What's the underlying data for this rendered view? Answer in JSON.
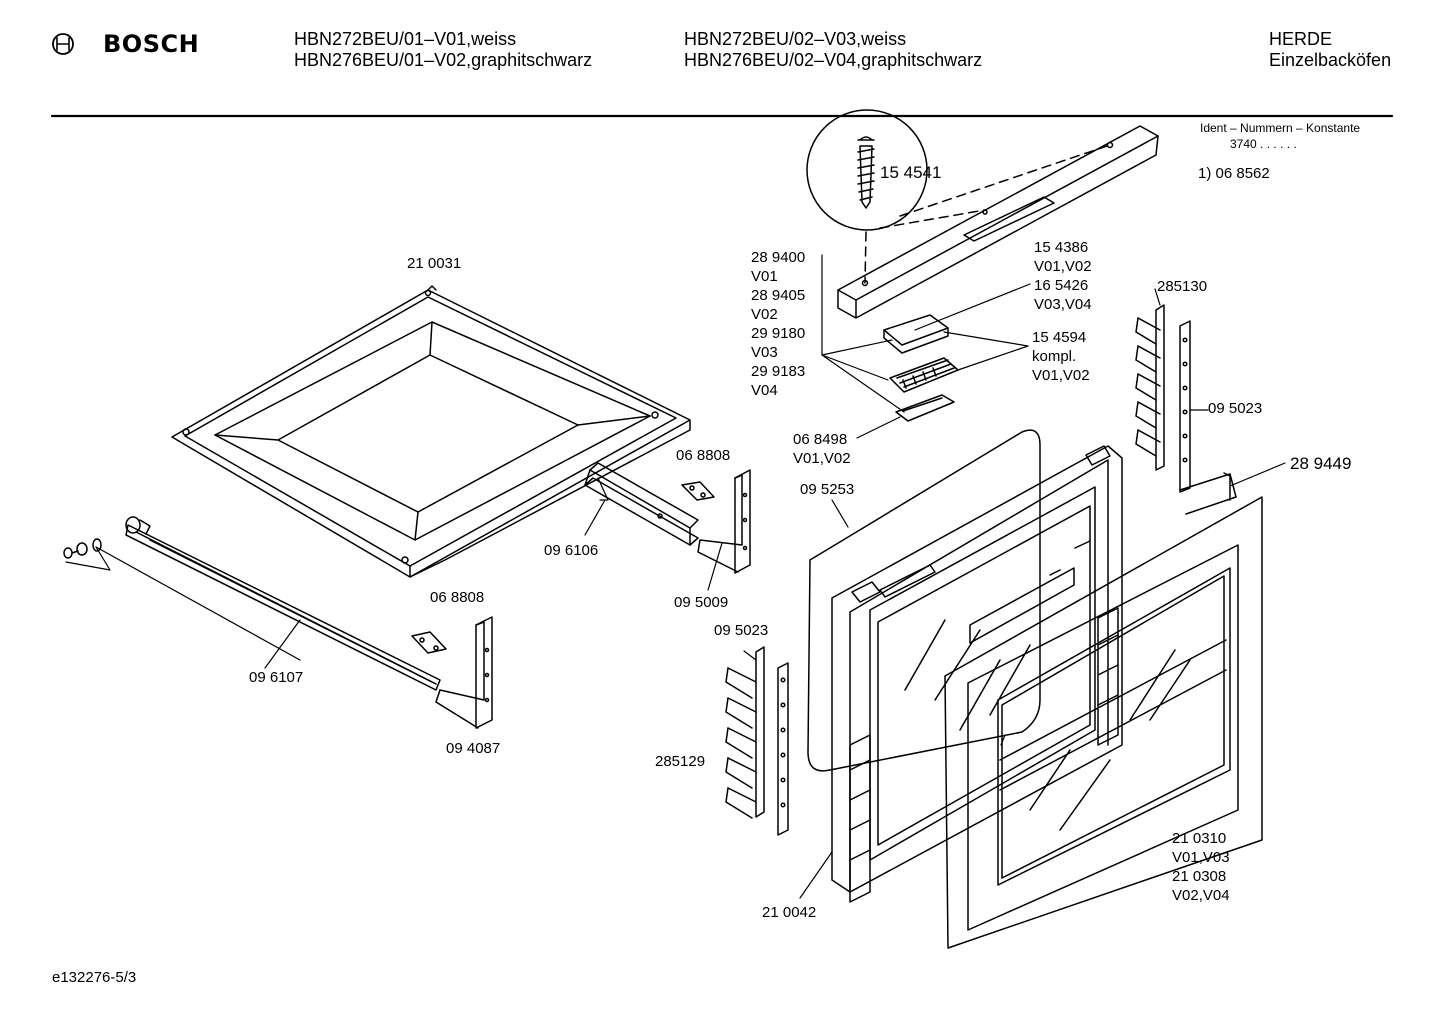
{
  "header": {
    "brand": "BOSCH",
    "col1": [
      "HBN272BEU/01–V01,weiss",
      "HBN276BEU/01–V02,graphitschwarz"
    ],
    "col2": [
      "HBN272BEU/02–V03,weiss",
      "HBN276BEU/02–V04,graphitschwarz"
    ],
    "category": [
      "HERDE",
      "Einzelbacköfen"
    ]
  },
  "ident": {
    "title": "Ident – Nummern – Konstante",
    "code": "3740 . . . . . .",
    "note": "1)  06 8562"
  },
  "parts": {
    "p154541": "15 4541",
    "p210031": "21 0031",
    "p289400": [
      "28 9400",
      "V01",
      "28 9405",
      "V02",
      "29 9180",
      "V03",
      "29 9183",
      "V04"
    ],
    "p154386": [
      "15 4386",
      "V01,V02",
      "16 5426",
      "V03,V04"
    ],
    "p154594": [
      "15 4594",
      "kompl.",
      "V01,V02"
    ],
    "p285130": "285130",
    "p095023a": "09 5023",
    "p068498": [
      "06 8498",
      "V01,V02"
    ],
    "p289449": "28 9449",
    "p068808a": "06 8808",
    "p095253": "09 5253",
    "p096106": "09 6106",
    "p095009": "09 5009",
    "p068808b": "06 8808",
    "p095023b": "09 5023",
    "p096107": "09 6107",
    "p094087": "09 4087",
    "p285129": "285129",
    "p210310": [
      "21 0310",
      "V01,V03",
      "21 0308",
      "V02,V04"
    ],
    "p210042": "21 0042"
  },
  "footer": {
    "doc_id": "e132276-5/3"
  }
}
